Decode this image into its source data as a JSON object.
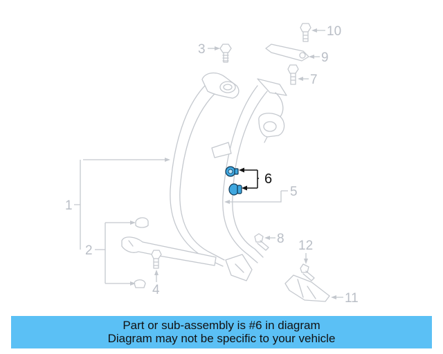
{
  "diagram": {
    "callouts": {
      "c1": "1",
      "c2": "2",
      "c3": "3",
      "c4": "4",
      "c5": "5",
      "c6": "6",
      "c7": "7",
      "c8": "8",
      "c9": "9",
      "c10": "10",
      "c11": "11",
      "c12": "12"
    },
    "highlighted_part": "6",
    "colors": {
      "highlight": "#3fa7df",
      "line_art": "#c4c8ce",
      "banner": "#5bc0f5"
    }
  },
  "banner": {
    "line1": "Part or sub-assembly is #6 in diagram",
    "line2": "Diagram may not be specific to your vehicle"
  }
}
